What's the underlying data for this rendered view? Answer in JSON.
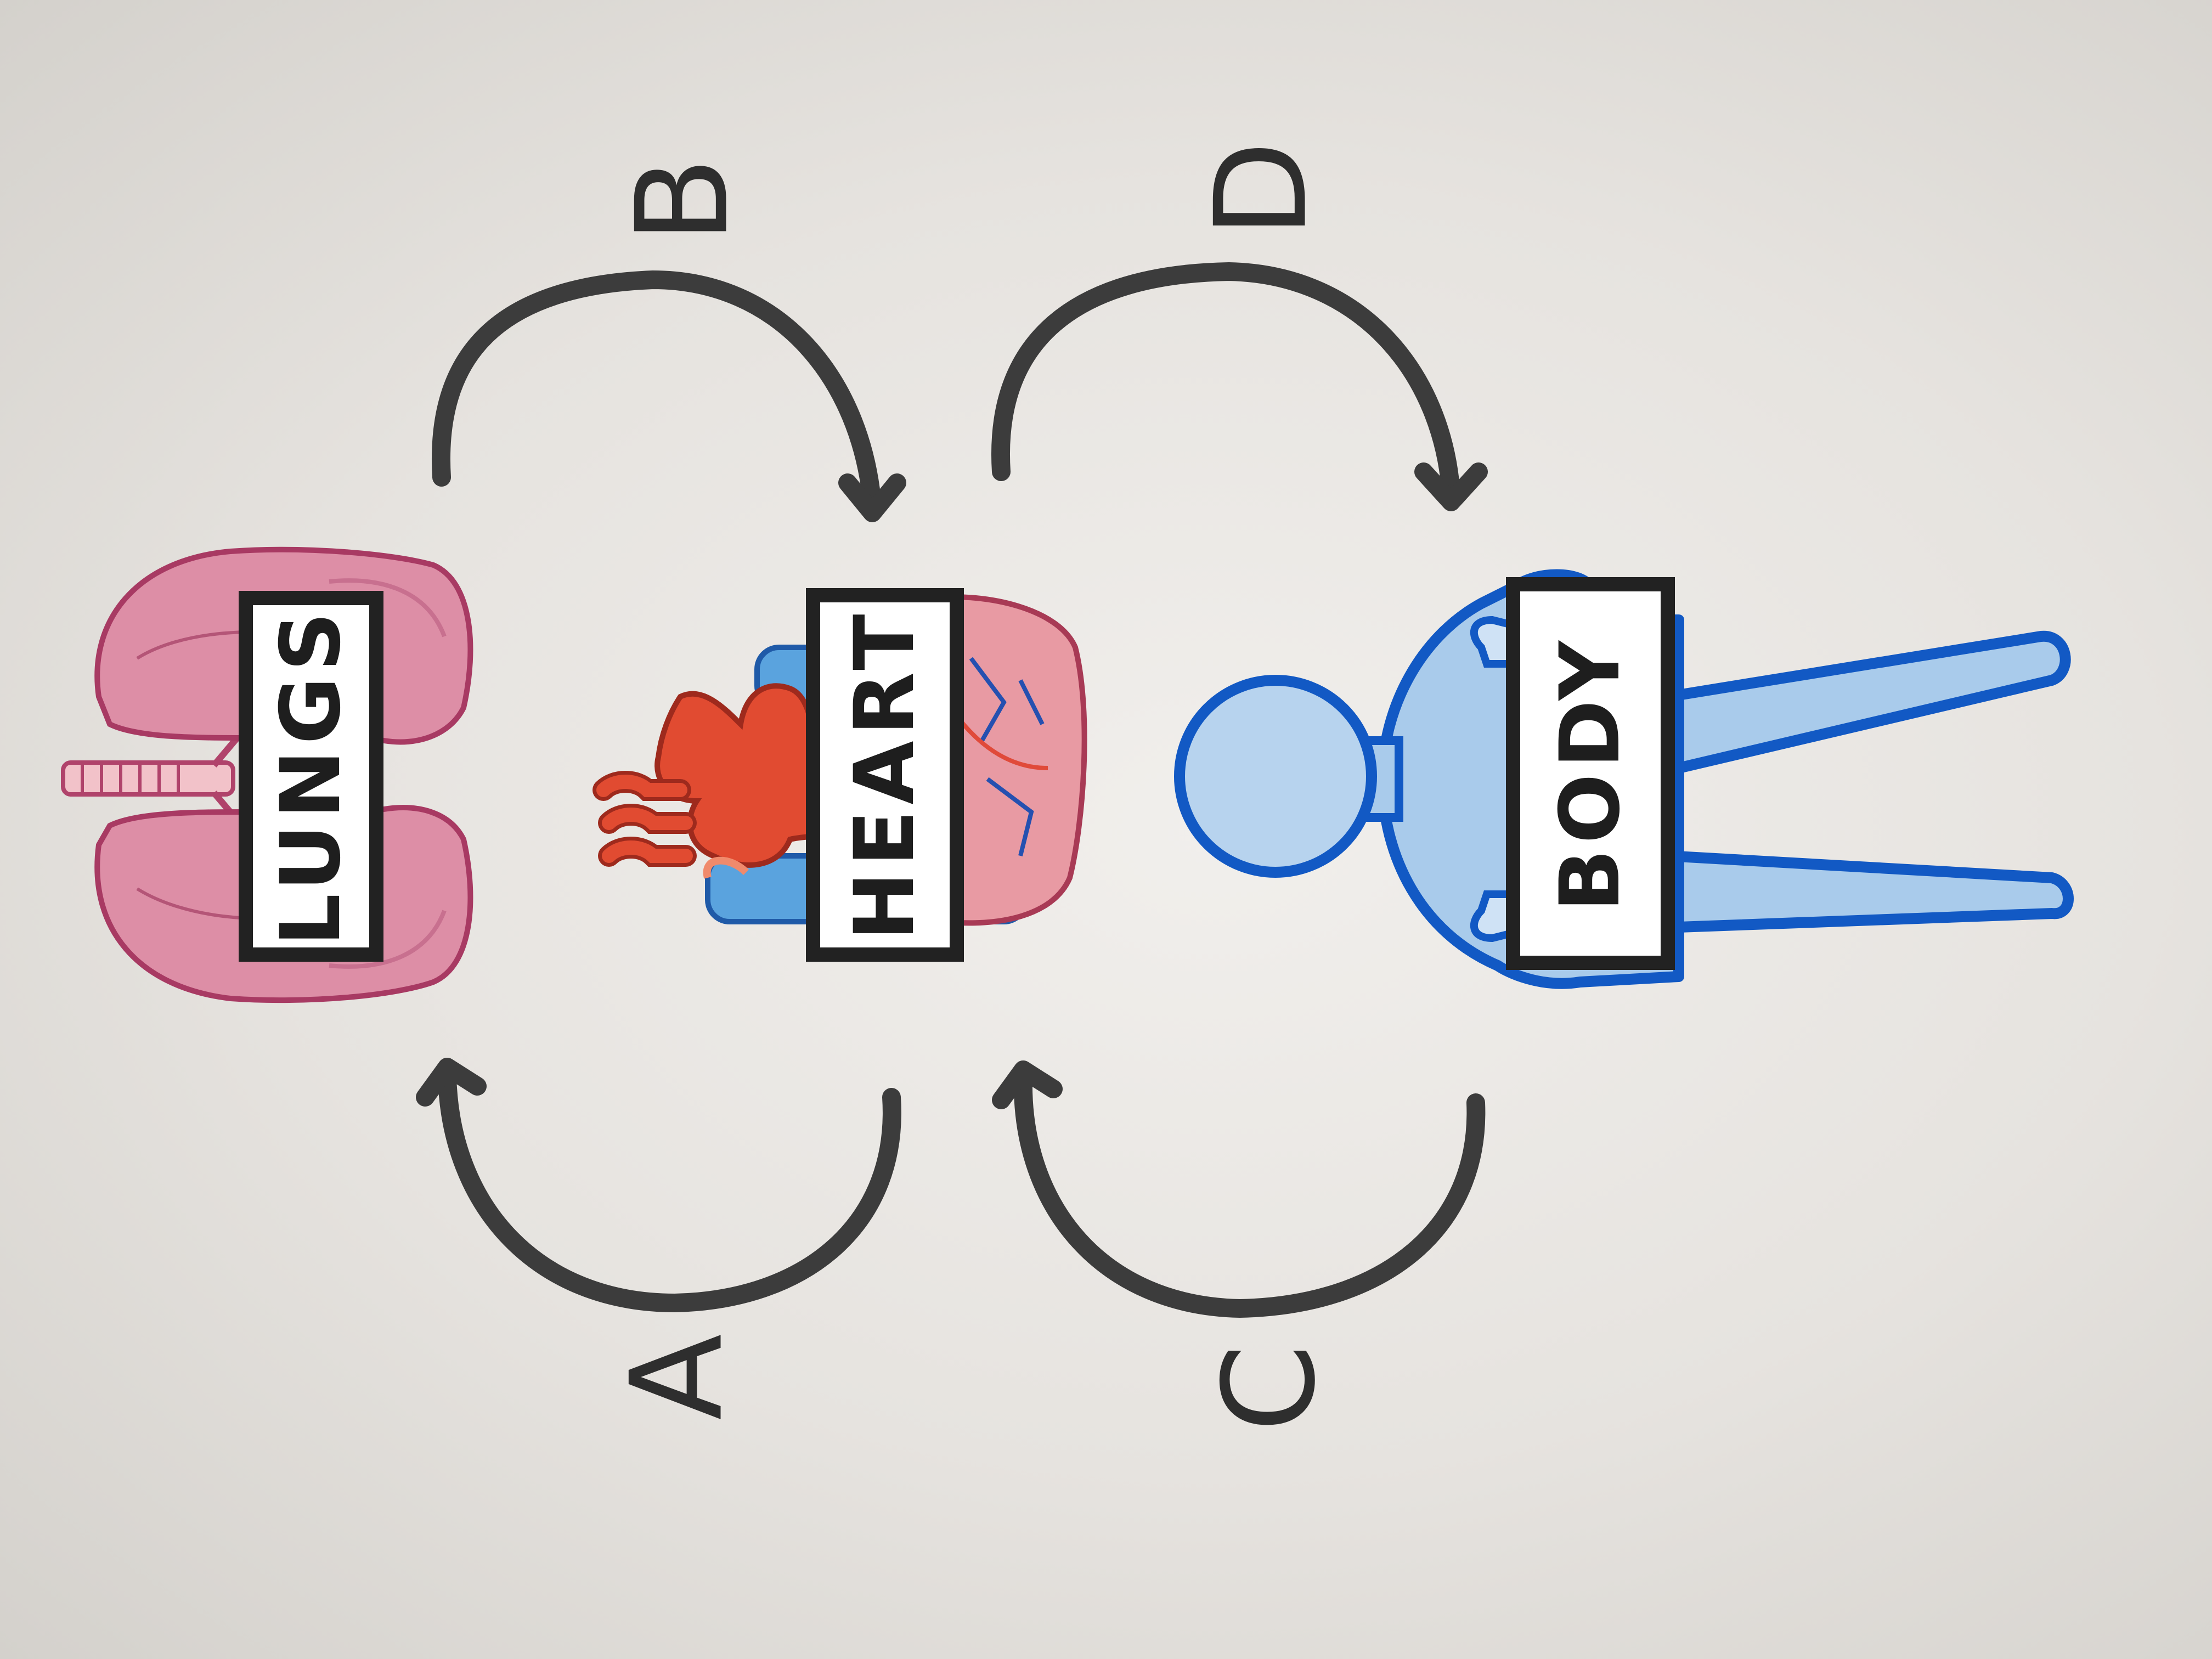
{
  "labels": {
    "lungs": "LUNGS",
    "heart": "HEART",
    "body": "BODY"
  },
  "arrows": {
    "a": "A",
    "b": "B",
    "c": "C",
    "d": "D"
  },
  "colors": {
    "lungs": "#d97f9c",
    "heart_red": "#e0442e",
    "body": "#aacdee",
    "body_outline": "#1259c4",
    "arrow": "#3c3c3c"
  }
}
